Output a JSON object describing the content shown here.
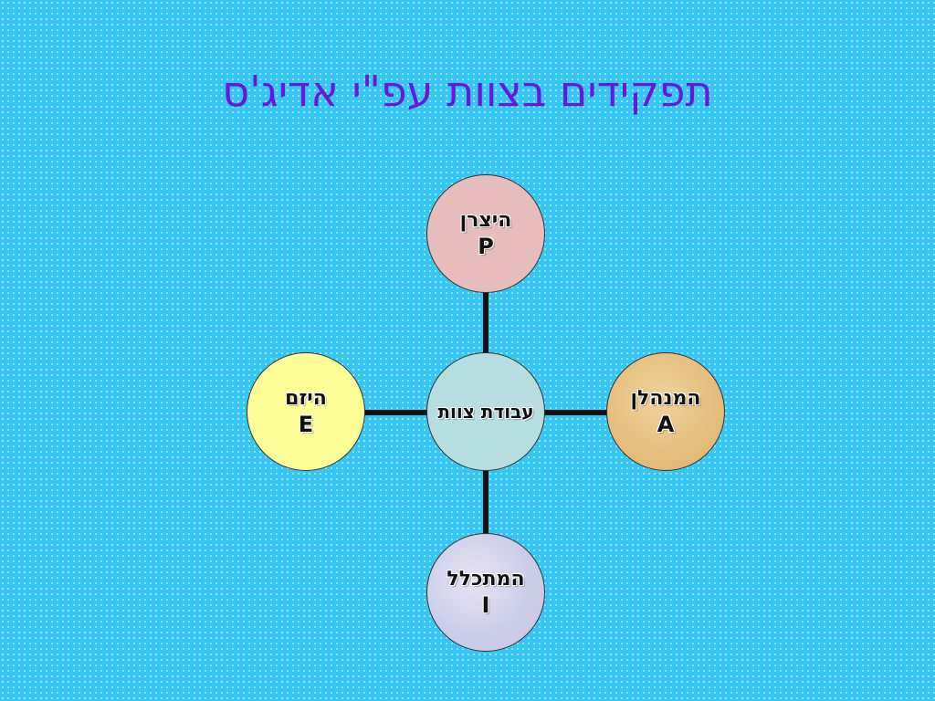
{
  "title": "תפקידים בצוות עפ\"י אדיג'ס",
  "center": {
    "label": "עבודת צוות"
  },
  "nodes": {
    "top": {
      "name": "היצרן",
      "code": "P",
      "color": "#e6bcbc"
    },
    "left": {
      "name": "היזם",
      "code": "E",
      "color": "#ffff9a"
    },
    "right": {
      "name": "המנהלן",
      "code": "A",
      "color": "#e9c68a"
    },
    "bottom": {
      "name": "המתכלל",
      "code": "I",
      "color": "#d9d8f0"
    }
  },
  "colors": {
    "background": "#35c6f4",
    "title": "#6a18d8",
    "center": "#b8dde0"
  }
}
